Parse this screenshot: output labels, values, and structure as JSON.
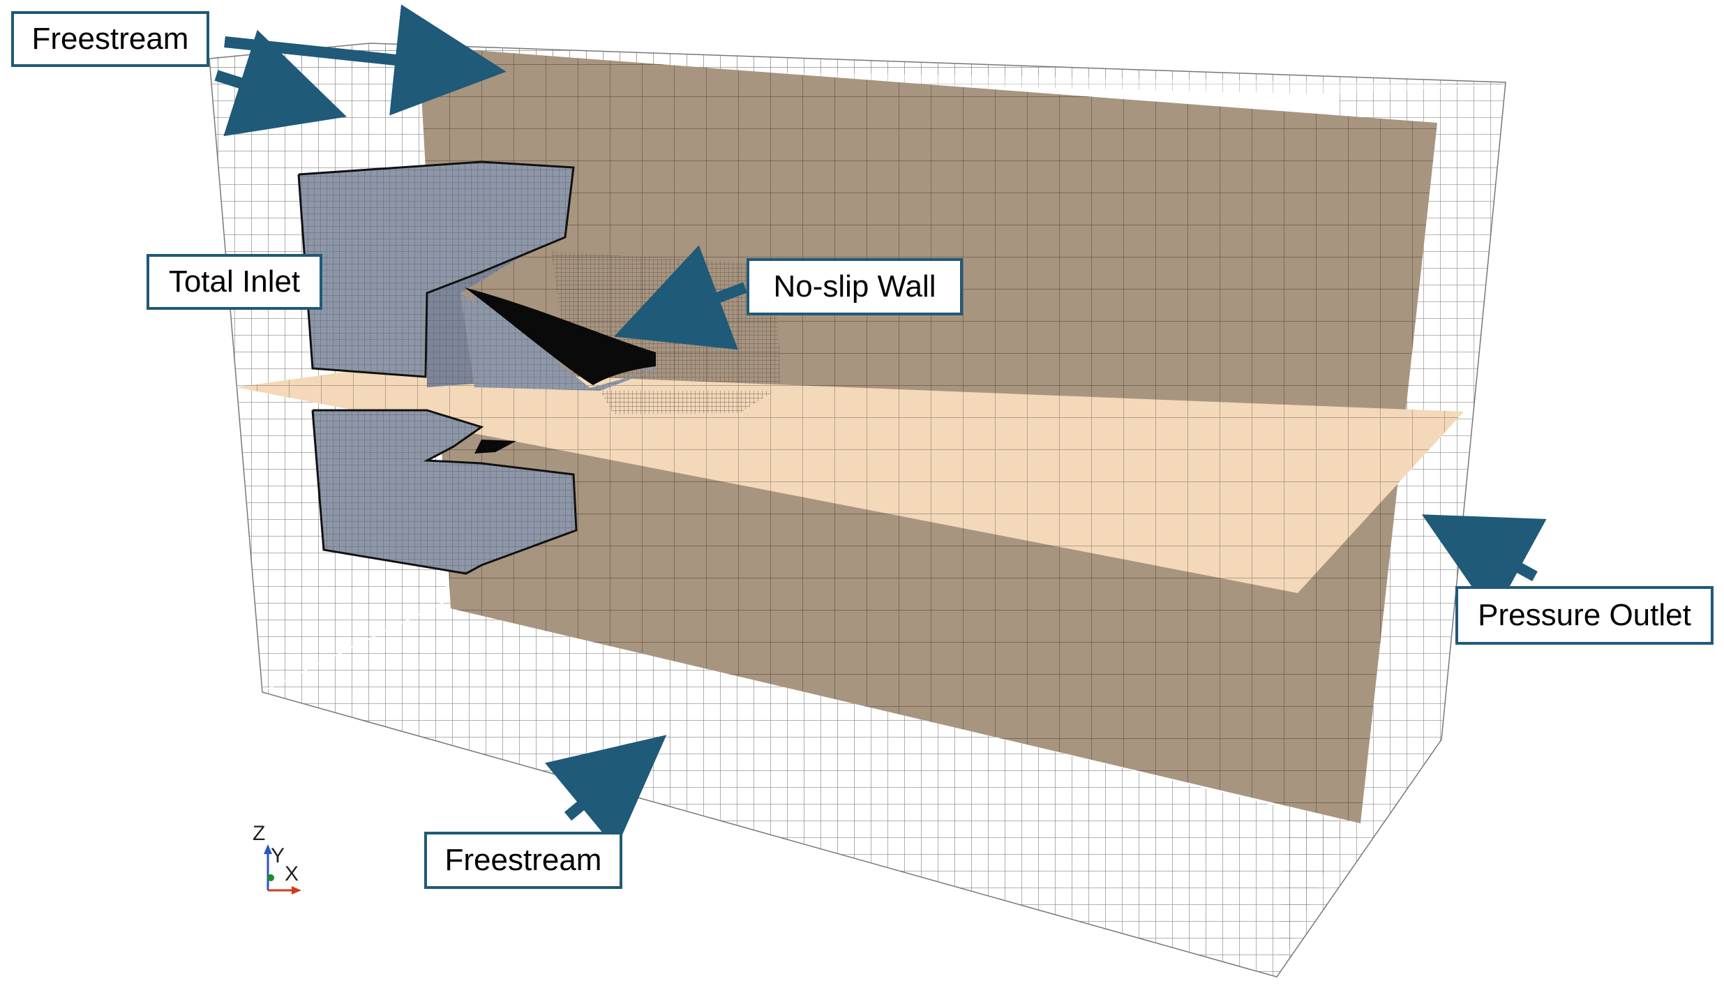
{
  "labels": {
    "freestream_top": "Freestream",
    "total_inlet": "Total Inlet",
    "no_slip_wall": "No-slip Wall",
    "pressure_outlet": "Pressure Outlet",
    "freestream_bottom": "Freestream"
  },
  "axes": {
    "z": "Z",
    "y": "Y",
    "x": "X"
  },
  "colors": {
    "arrow": "#1f5a78",
    "label_border": "#1f5a78",
    "vertical_plane": "#a89580",
    "horizontal_plane": "#f3d8b9",
    "body": "#8e97a8",
    "wall": "#0a0a0a",
    "grid": "#555555"
  }
}
